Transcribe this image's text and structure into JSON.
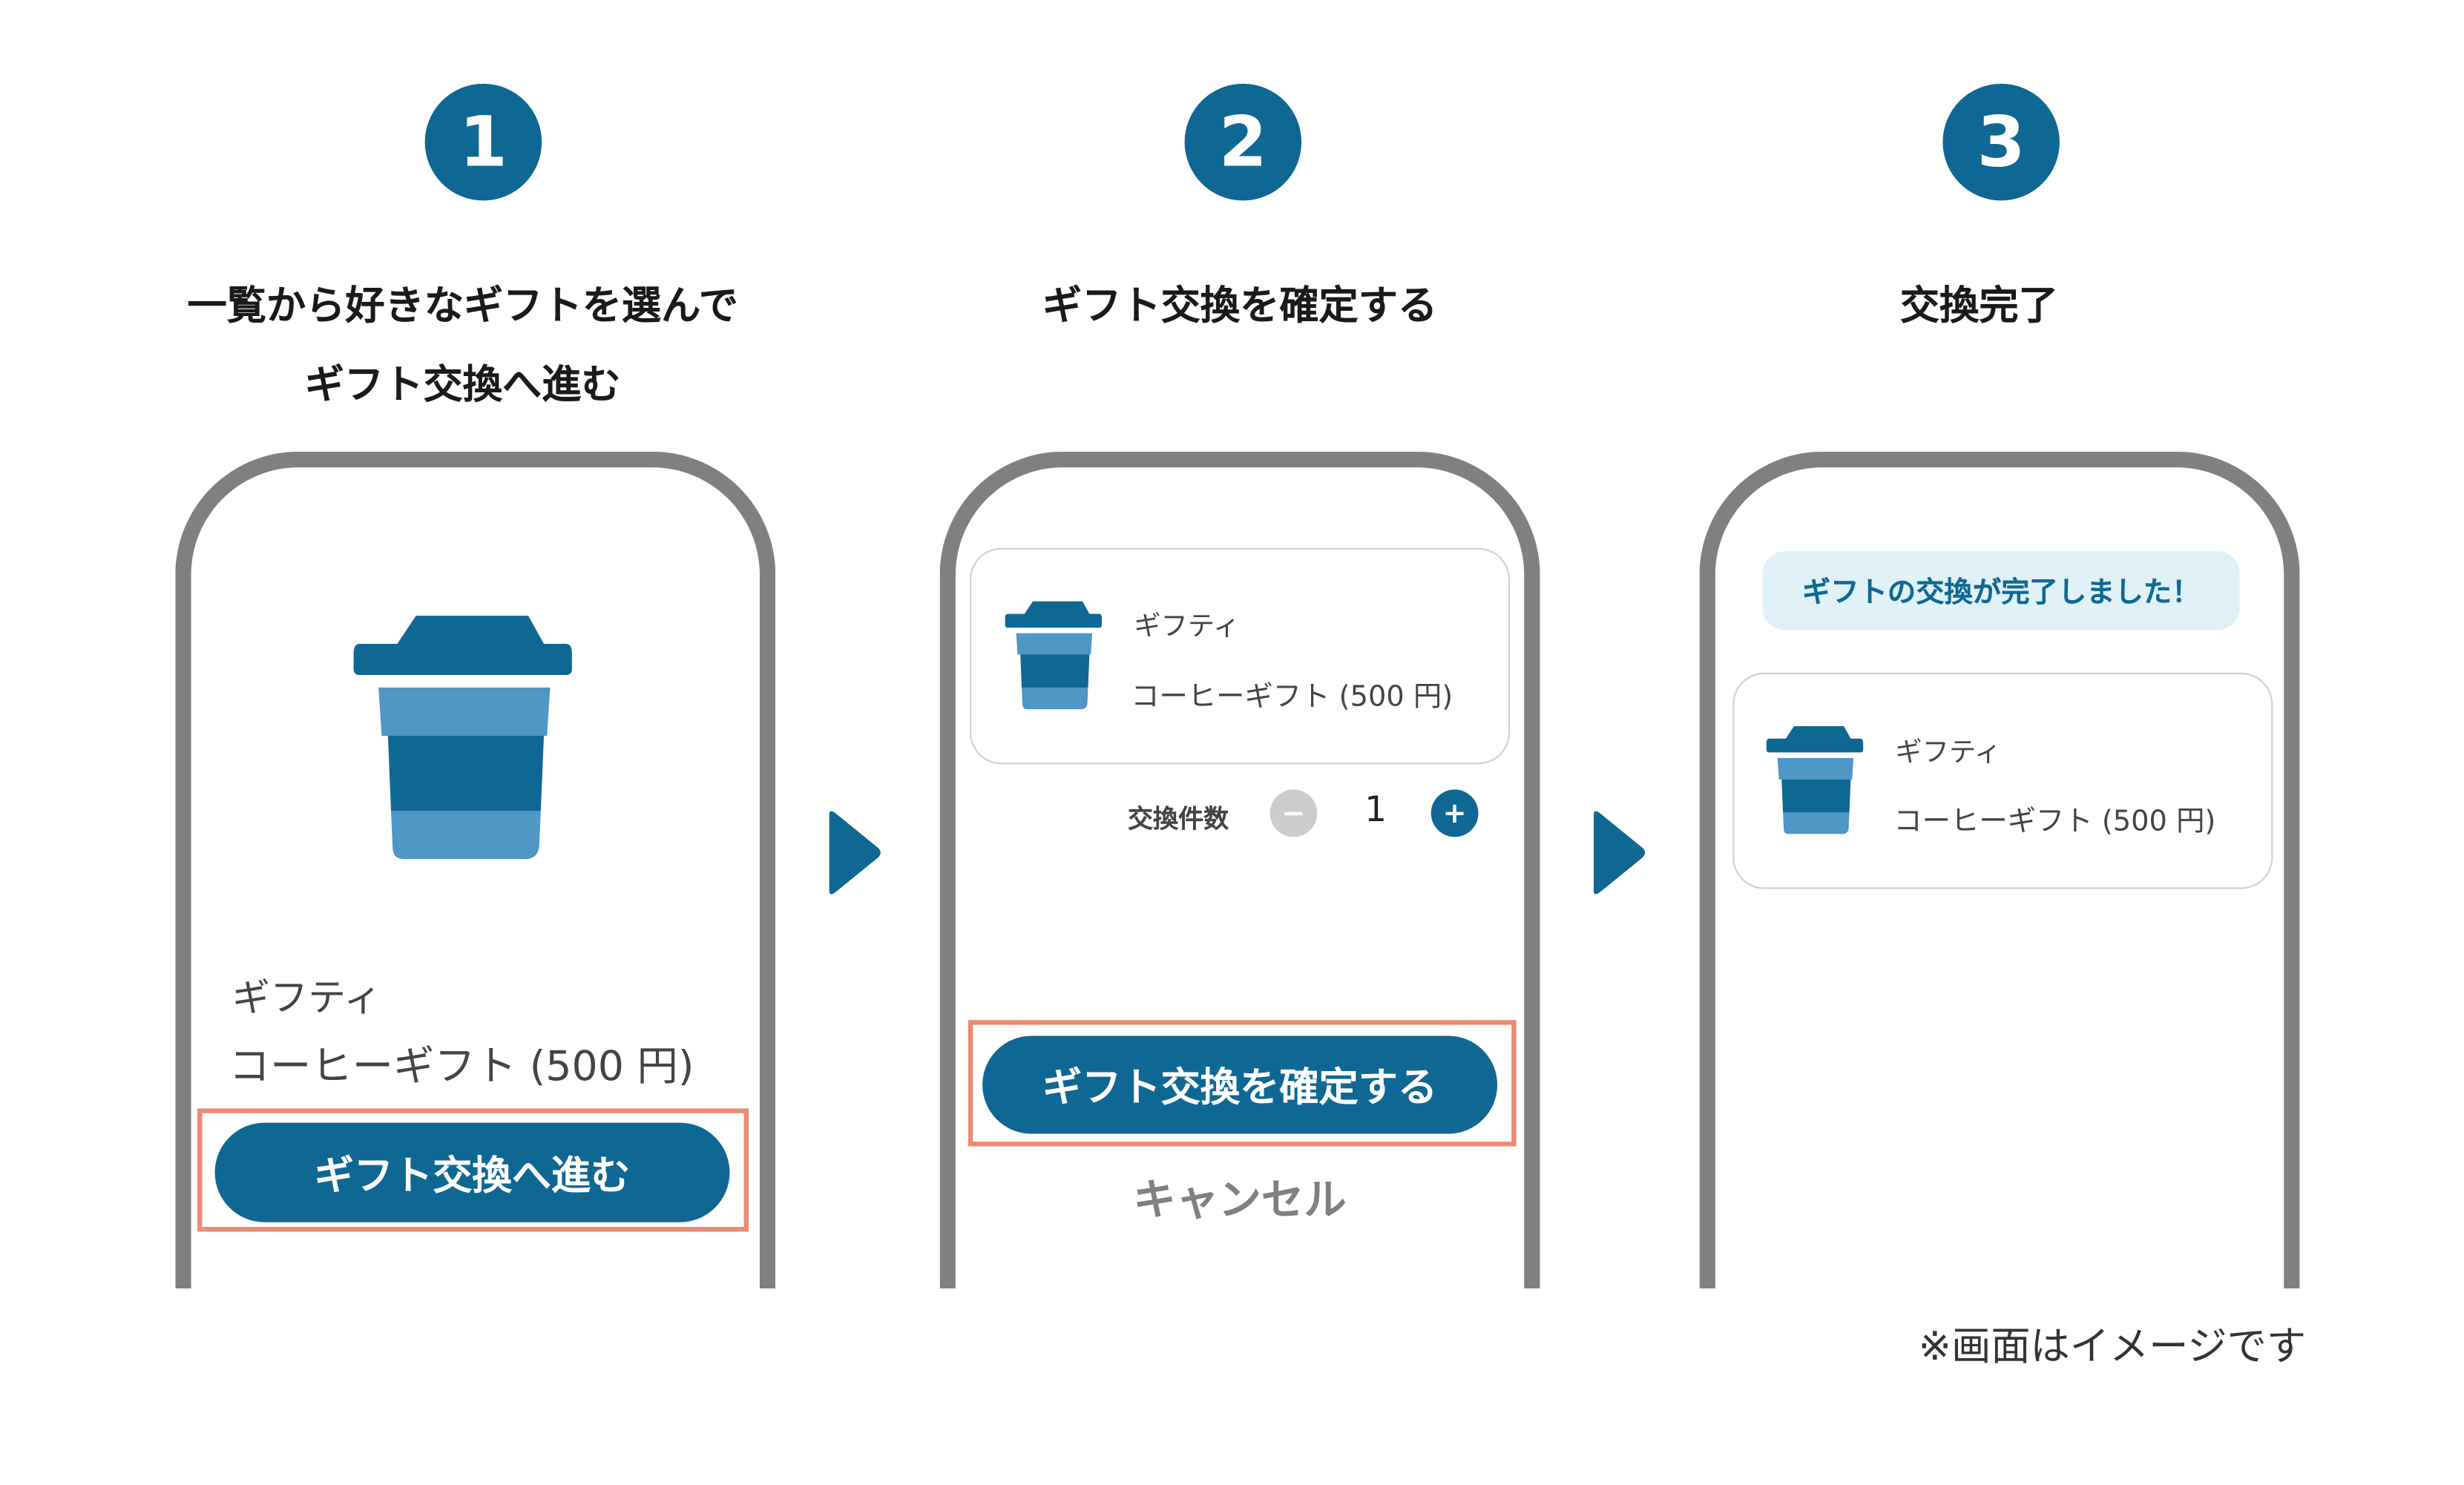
{
  "steps": [
    {
      "number": "1",
      "title_lines": [
        "一覧から好きなギフトを選んで",
        "ギフト交換へ進む"
      ]
    },
    {
      "number": "2",
      "title_lines": [
        "ギフト交換を確定する"
      ]
    },
    {
      "number": "3",
      "title_lines": [
        "交換完了"
      ]
    }
  ],
  "product": {
    "brand": "ギフティ",
    "name": "コーヒーギフト (500 円)"
  },
  "screen1": {
    "button": "ギフト交換へ進む"
  },
  "screen2": {
    "quantity_label": "交換件数",
    "quantity": "1",
    "minus": "−",
    "plus": "+",
    "confirm_button": "ギフト交換を確定する",
    "cancel": "キャンセル"
  },
  "screen3": {
    "message": "ギフトの交換が完了しました！"
  },
  "footnote": "※画面はイメージです",
  "colors": {
    "primary": "#0f6893",
    "light": "#4f97c4",
    "highlight": "#ec8a72",
    "frame": "#808080",
    "banner": "#e0f1f8"
  }
}
